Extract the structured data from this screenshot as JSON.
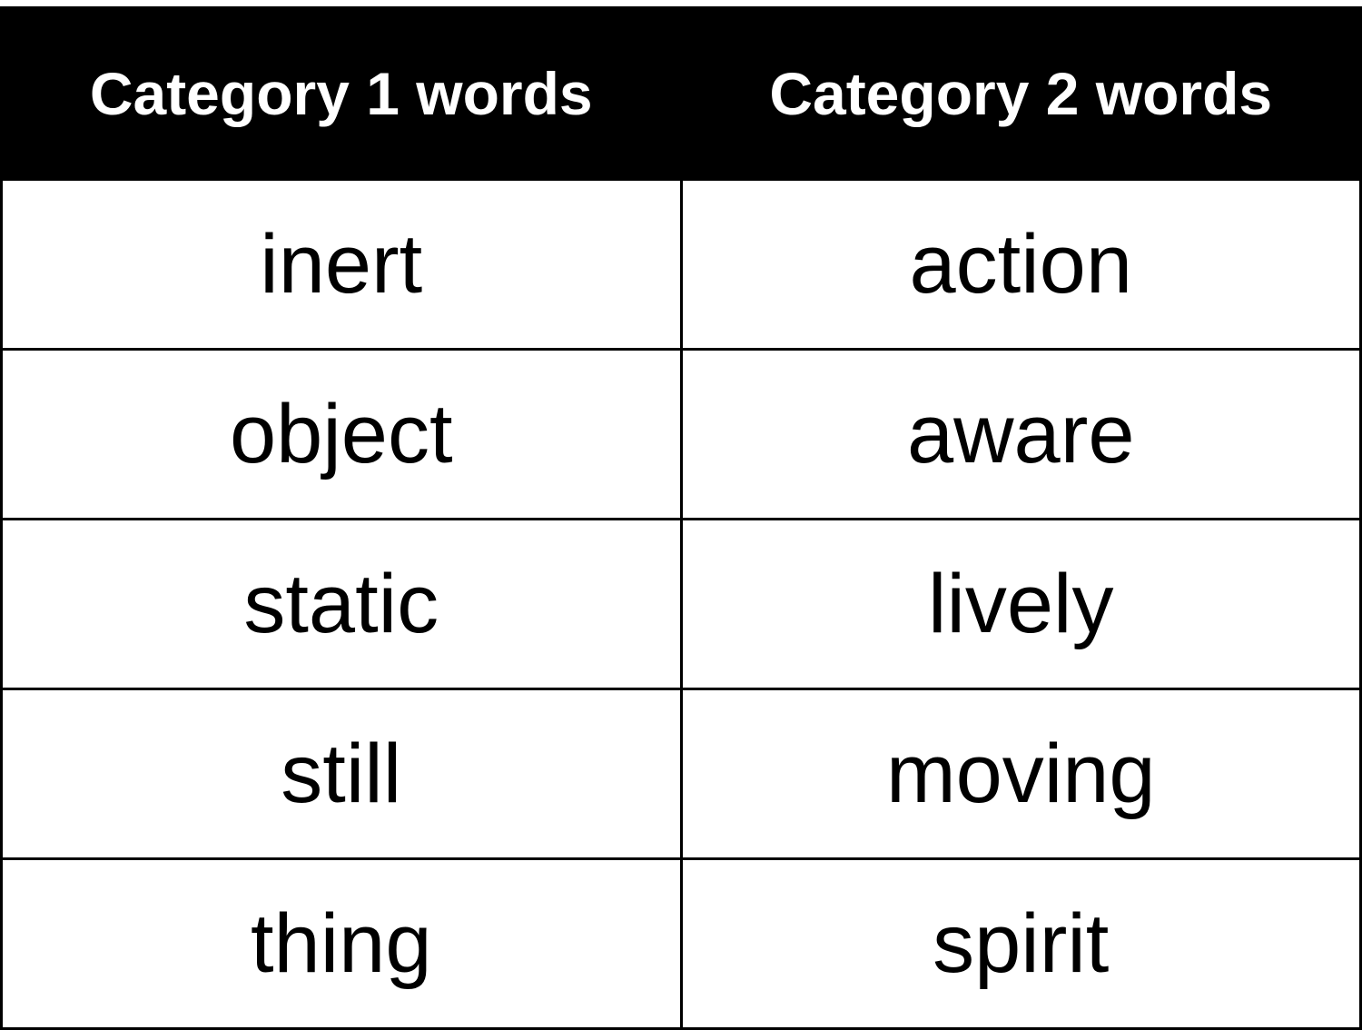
{
  "table": {
    "headers": [
      "Category 1 words",
      "Category 2 words"
    ],
    "rows": [
      [
        "inert",
        "action"
      ],
      [
        "object",
        "aware"
      ],
      [
        "static",
        "lively"
      ],
      [
        "still",
        "moving"
      ],
      [
        "thing",
        "spirit"
      ]
    ]
  },
  "colors": {
    "header_background": "#000000",
    "header_text": "#ffffff",
    "cell_text": "#000000",
    "border": "#000000"
  }
}
